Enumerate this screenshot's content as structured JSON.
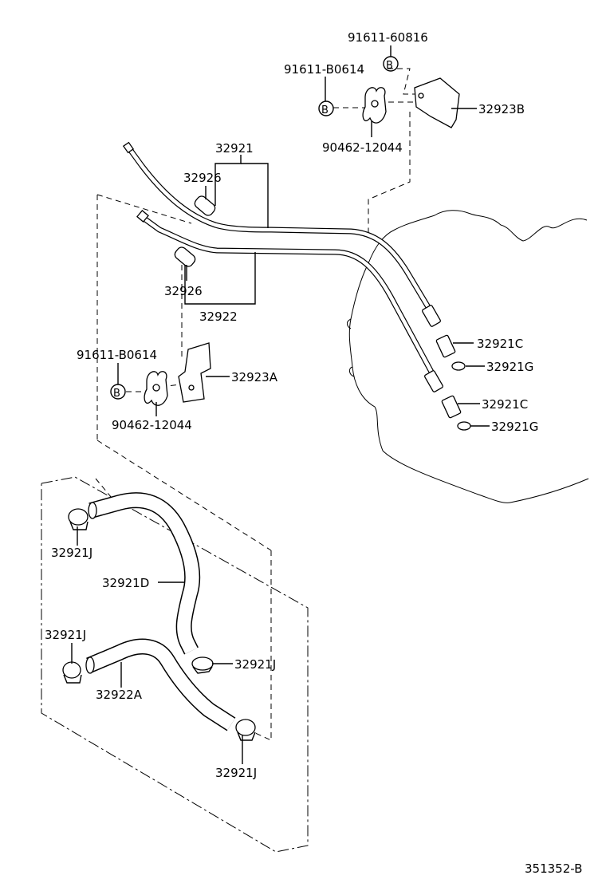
{
  "diagram": {
    "labels": {
      "bolt_b_top": "91611-60816",
      "bolt_b_left_top": "91611-B0614",
      "bracket_b": "32923B",
      "clamp_top": "90462-12044",
      "tube_32921": "32921",
      "grommet_upper": "32926",
      "grommet_lower": "32926",
      "tube_32922": "32922",
      "union_c_1": "32921C",
      "gasket_g_1": "32921G",
      "union_c_2": "32921C",
      "gasket_g_2": "32921G",
      "bolt_b_left_mid": "91611-B0614",
      "bracket_a": "32923A",
      "clamp_mid": "90462-12044",
      "clip_j_1": "32921J",
      "hose_d": "32921D",
      "clip_j_2": "32921J",
      "clip_j_3": "32921J",
      "hose_a": "32922A",
      "clip_j_4": "32921J",
      "diagram_id": "351352-B"
    },
    "callout_letter": "B"
  }
}
